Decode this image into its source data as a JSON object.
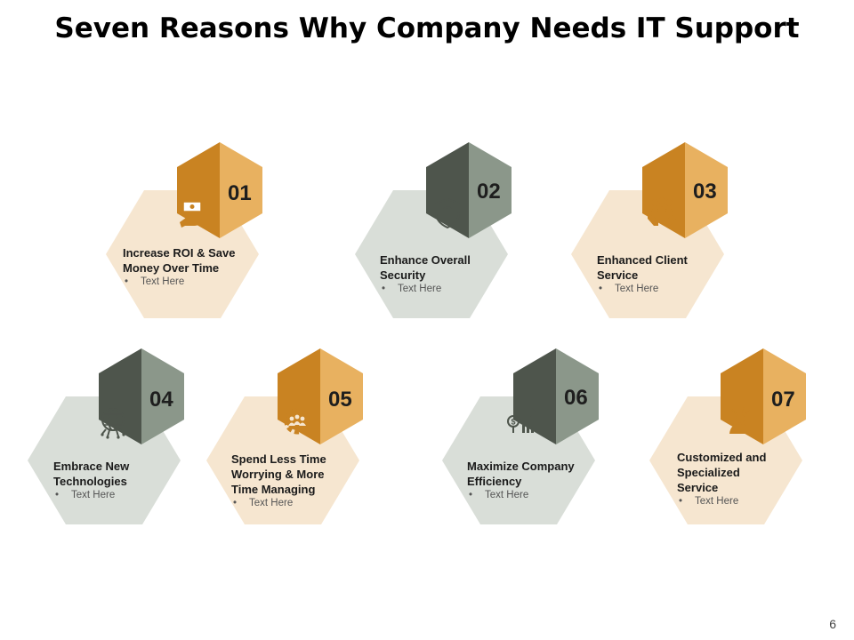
{
  "title": "Seven Reasons Why Company Needs IT Support",
  "page_number": "6",
  "colors": {
    "orange_dark": "#c98322",
    "orange_light": "#e8b160",
    "beige": "#f6e6d0",
    "gray_dark": "#4e554c",
    "gray_light": "#8b978a",
    "gray_pale": "#d9ded8"
  },
  "items": [
    {
      "number": "01",
      "heading": [
        "Increase ROI & Save",
        "Money Over Time"
      ],
      "bullet": "Text Here",
      "theme": "orange",
      "icon": "money-hand-icon"
    },
    {
      "number": "02",
      "heading": [
        "Enhance Overall",
        "Security"
      ],
      "bullet": "Text Here",
      "theme": "gray",
      "icon": "shield-lock-icon"
    },
    {
      "number": "03",
      "heading": [
        "Enhanced Client",
        "Service"
      ],
      "bullet": "Text Here",
      "theme": "orange",
      "icon": "hands-people-icon"
    },
    {
      "number": "04",
      "heading": [
        "Embrace New",
        "Technologies"
      ],
      "bullet": "Text Here",
      "theme": "gray",
      "icon": "globe-circuit-icon"
    },
    {
      "number": "05",
      "heading": [
        "Spend Less Time",
        "Worrying & More",
        "Time Managing"
      ],
      "bullet": "Text Here",
      "theme": "orange",
      "icon": "gear-people-icon"
    },
    {
      "number": "06",
      "heading": [
        "Maximize Company",
        "Efficiency"
      ],
      "bullet": "Text Here",
      "theme": "gray",
      "icon": "chart-growth-icon"
    },
    {
      "number": "07",
      "heading": [
        "Customized and",
        "Specialized",
        "Service"
      ],
      "bullet": "Text Here",
      "theme": "orange",
      "icon": "person-ideas-icon"
    }
  ]
}
